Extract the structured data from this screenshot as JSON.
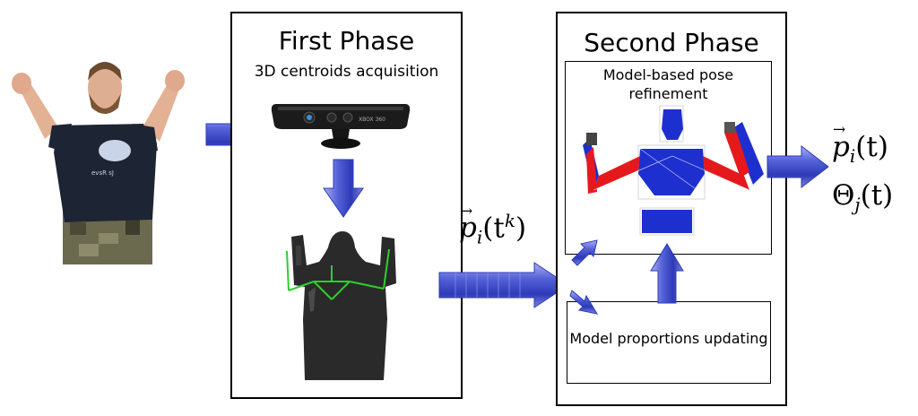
{
  "first_phase": {
    "title": "First Phase",
    "subtitle": "3D centroids acquisition"
  },
  "second_phase": {
    "title": "Second Phase",
    "refinement_label": "Model-based pose refinement",
    "updating_label": "Model proportions updating"
  },
  "math": {
    "input_vec": "p",
    "input_sub": "i",
    "input_arg": "(t",
    "input_sup": "k",
    "input_close": ")",
    "output_vec": "p",
    "output_sub": "i",
    "output_arg": "(t)",
    "theta": "Θ",
    "theta_sub": "j",
    "theta_arg": "(t)"
  },
  "colors": {
    "arrow_fill": "#3a48c8",
    "arrow_light": "#c8ccf2",
    "skeleton": "#2bd12b",
    "model_blue": "#1e2fd0",
    "model_red": "#e5191c"
  }
}
